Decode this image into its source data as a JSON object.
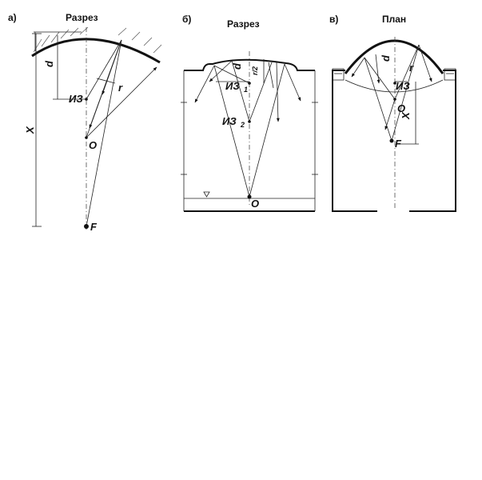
{
  "panels": {
    "a": {
      "letter": "а)",
      "title": "Разрез",
      "labels": {
        "d": "d",
        "iz": "ИЗ",
        "r": "r",
        "o": "O",
        "x": "X",
        "f": "F"
      }
    },
    "b": {
      "letter": "б)",
      "title": "Разрез",
      "labels": {
        "d": "d",
        "r2": "r/2",
        "iz1": "ИЗ",
        "iz1_sub": "1",
        "iz2": "ИЗ",
        "iz2_sub": "2",
        "o": "O"
      }
    },
    "c": {
      "letter": "в)",
      "title": "План",
      "labels": {
        "d": "d",
        "r": "r",
        "iz": "ИЗ",
        "o": "O",
        "x": "X",
        "f": "F"
      }
    }
  }
}
